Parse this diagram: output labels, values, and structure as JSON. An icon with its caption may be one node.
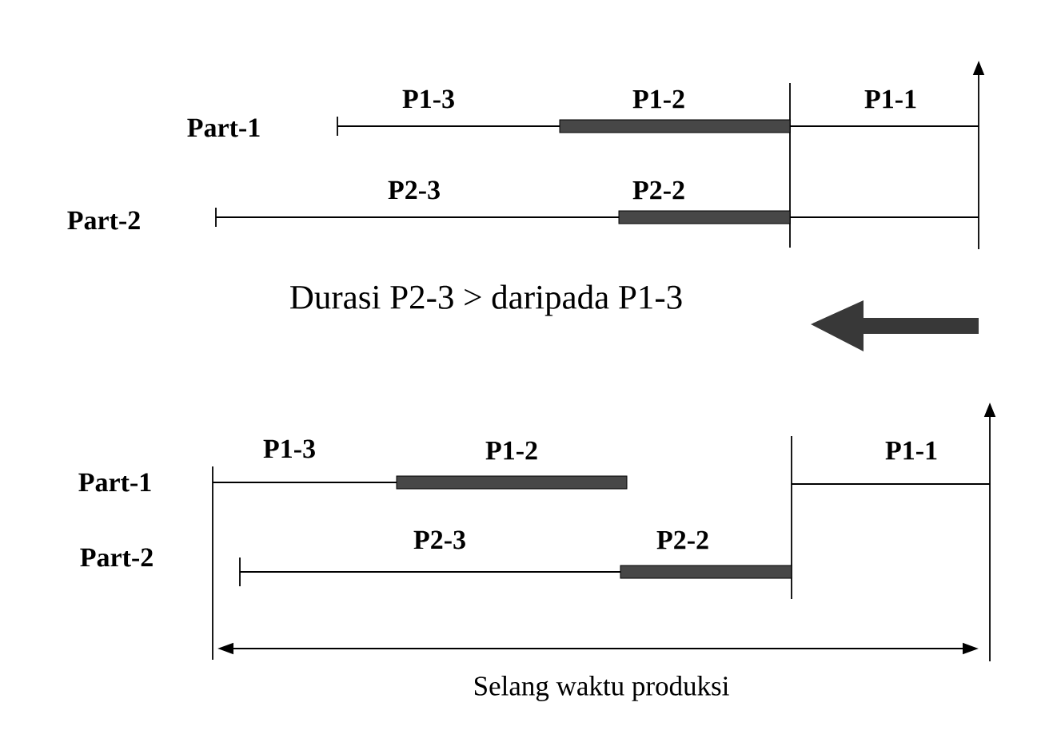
{
  "diagram": {
    "labels": [
      "P1-3",
      "P1-2",
      "P1-1",
      "Part-1",
      "P2-3",
      "P2-2",
      "Part-2",
      "Durasi P2-3 > daripada P1-3",
      "P1-3",
      "P1-2",
      "P1-1",
      "Part-1",
      "P2-3",
      "P2-2",
      "Part-2",
      "Selang waktu produksi"
    ]
  }
}
